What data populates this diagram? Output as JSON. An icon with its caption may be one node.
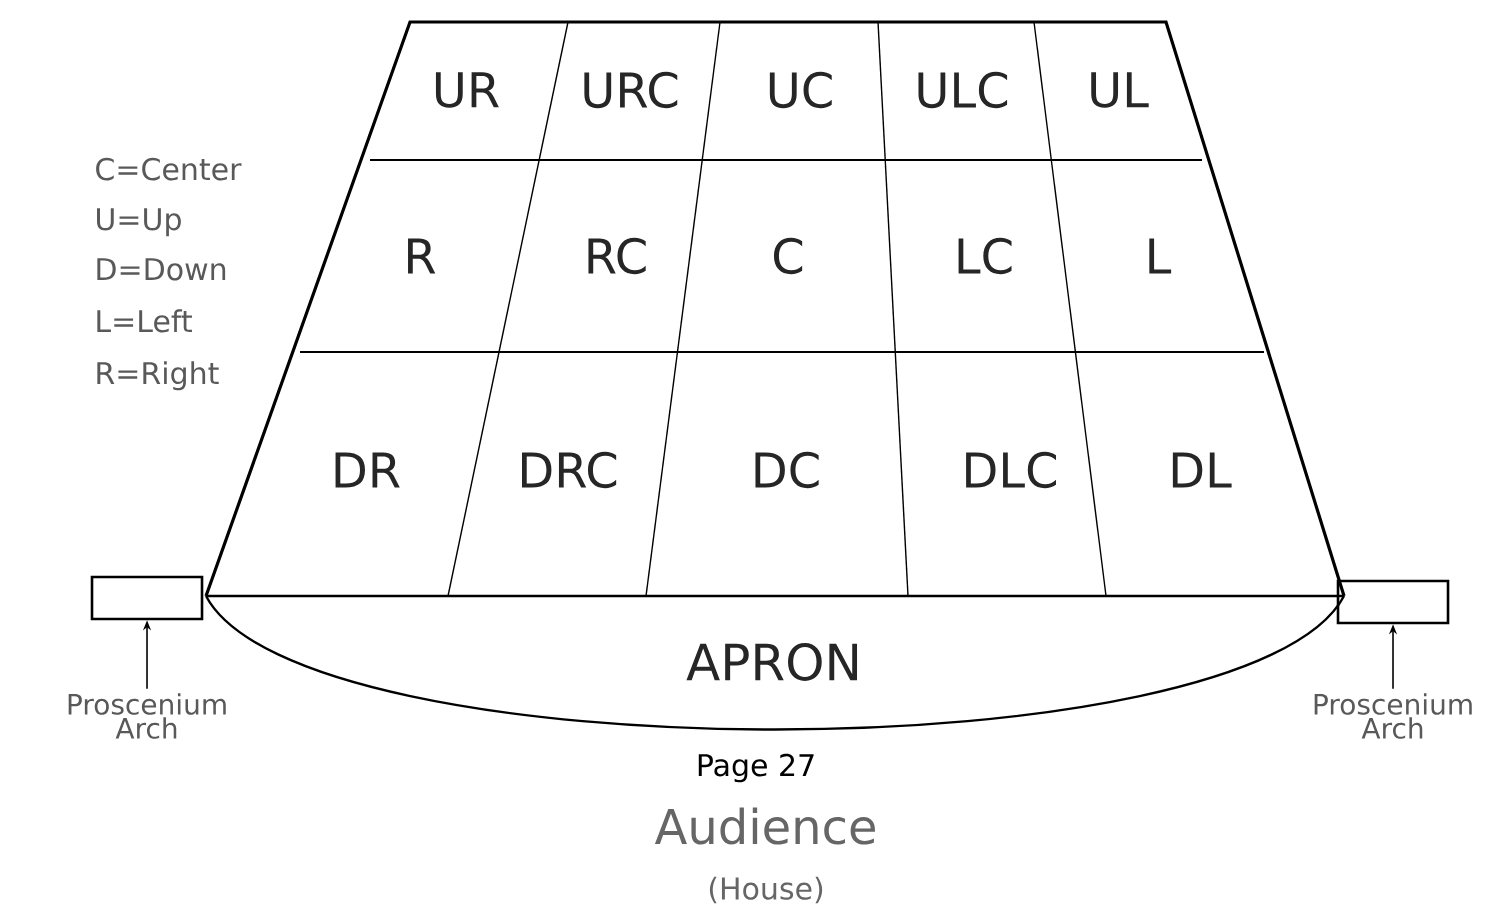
{
  "diagram": {
    "nodes": [
      {
        "text": [],
        "shape": "box"
      },
      {
        "text": [],
        "shape": "box"
      },
      {
        "text": [
          "Proscenium Arch"
        ]
      },
      {
        "text": [
          "Proscenium Arch"
        ]
      }
    ],
    "edges": [
      {
        "from": 2,
        "to": 0,
        "arrow": "to"
      },
      {
        "from": 3,
        "to": 1,
        "arrow": "to"
      }
    ],
    "labels": [
      "C=Center",
      "U=Up",
      "D=Down",
      "L=Left",
      "R=Right",
      "UR",
      "URC",
      "UC",
      "ULC",
      "UL",
      "R",
      "RC",
      "C",
      "LC",
      "L",
      "DR",
      "DRC",
      "DC",
      "DLC",
      "DL",
      "APRON",
      "Page 27",
      "Audience",
      "(House)"
    ]
  }
}
